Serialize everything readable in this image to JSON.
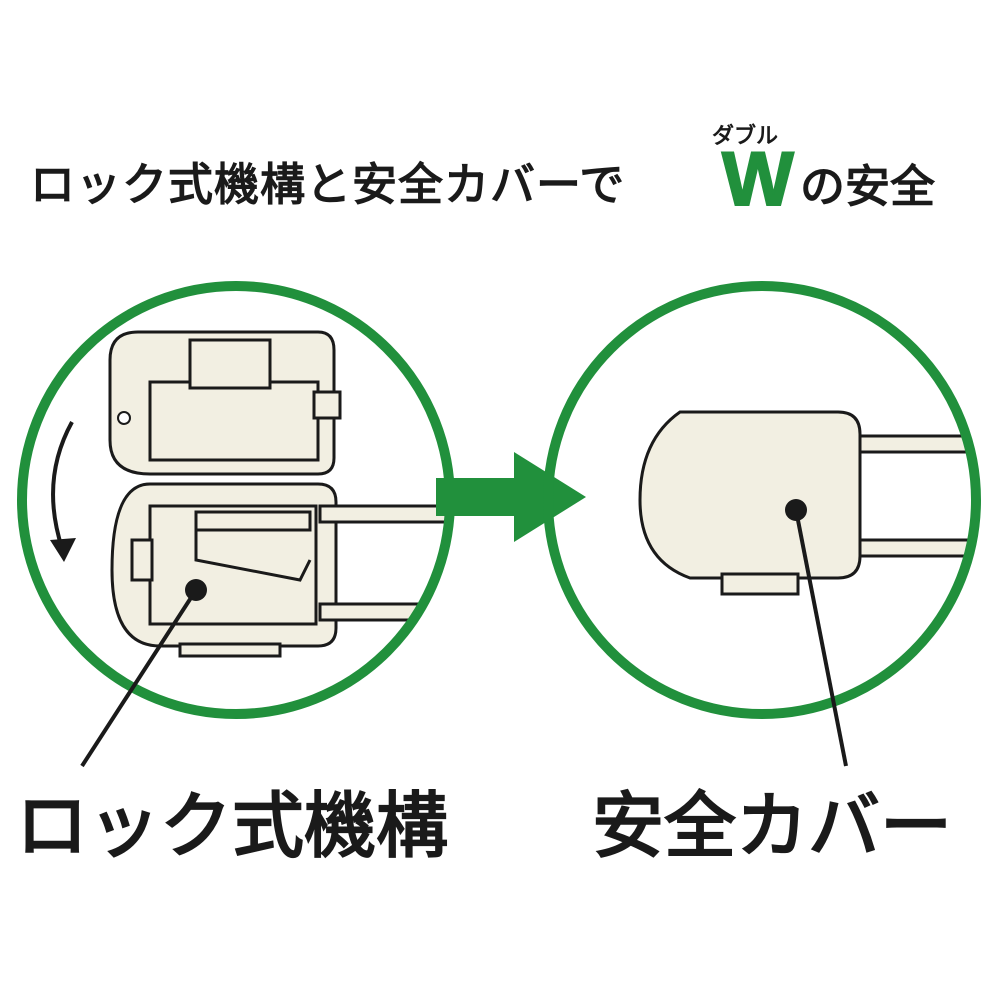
{
  "header": {
    "lead_text": "ロック式機構と安全カバーで",
    "ruby": "ダブル",
    "w_letter": "W",
    "suffix": "の安全"
  },
  "captions": {
    "left": "ロック式機構",
    "right": "安全カバー"
  },
  "colors": {
    "accent_green": "#21903c",
    "part_fill": "#f2efe2",
    "outline": "#1a1a1a"
  }
}
